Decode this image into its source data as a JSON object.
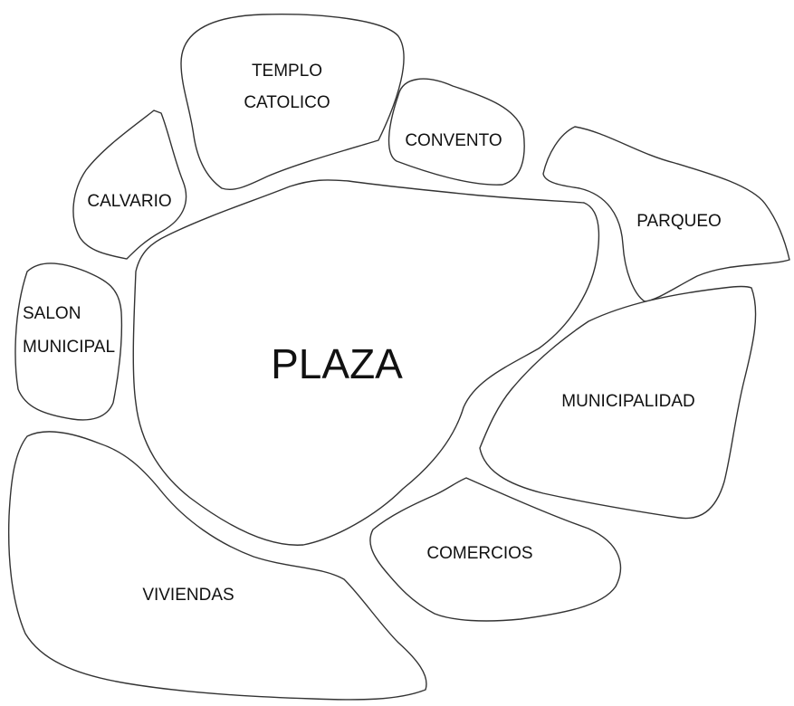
{
  "diagram": {
    "plaza": "PLAZA",
    "templo_line1": "TEMPLO",
    "templo_line2": "CATOLICO",
    "convento": "CONVENTO",
    "calvario": "CALVARIO",
    "parqueo": "PARQUEO",
    "salon_line1": "SALON",
    "salon_line2": "MUNICIPAL",
    "municipalidad": "MUNICIPALIDAD",
    "comercios": "COMERCIOS",
    "viviendas": "VIVIENDAS"
  },
  "colors": {
    "background": "#ffffff",
    "outline": "#333333",
    "text": "#111111"
  }
}
